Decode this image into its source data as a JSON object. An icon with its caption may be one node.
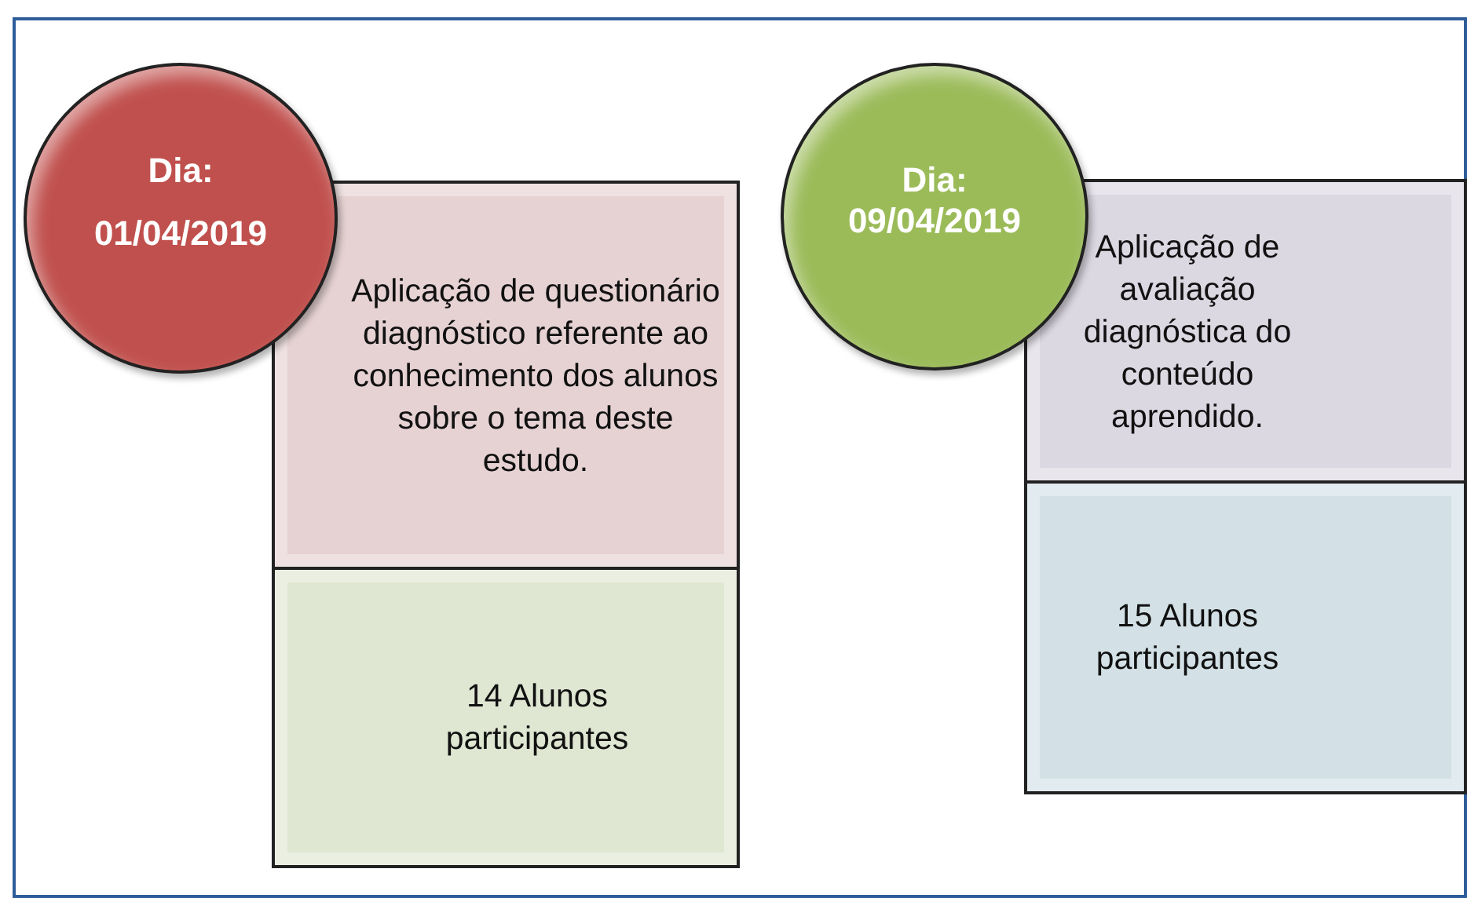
{
  "diagram": {
    "nodes": [
      {
        "text": [
          "Dia:",
          "01/04/2019"
        ]
      },
      {
        "text": [
          "Aplicação de questionário diagnóstico referente ao conhecimento dos alunos sobre o tema deste estudo."
        ]
      },
      {
        "text": [
          "14 Alunos participantes"
        ]
      },
      {
        "text": [
          "Dia:",
          "09/04/2019"
        ]
      },
      {
        "text": [
          "Aplicação de avaliação diagnóstica do conteúdo aprendido."
        ]
      },
      {
        "text": [
          "15 Alunos participantes"
        ]
      }
    ]
  }
}
